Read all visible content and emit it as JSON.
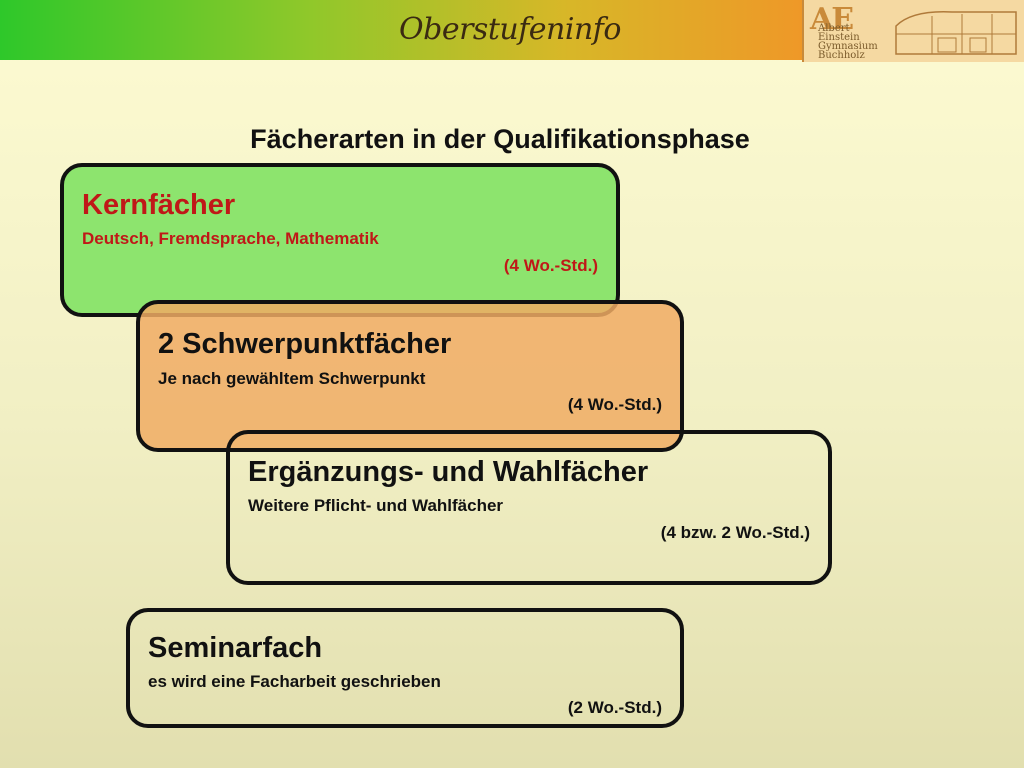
{
  "header": {
    "title": "Oberstufeninfo",
    "logo": {
      "letters": "AE",
      "lines": [
        "Albert",
        "Einstein",
        "Gymnasium",
        "Buchholz"
      ]
    }
  },
  "main": {
    "title": "Fächerarten in der Qualifikationsphase",
    "boxes": [
      {
        "heading": "Kernfächer",
        "subtitle": "Deutsch, Fremdsprache, Mathematik",
        "detail": "(4 Wo.-Std.)"
      },
      {
        "heading": "2 Schwerpunktfächer",
        "subtitle": "Je nach gewähltem Schwerpunkt",
        "detail": "(4 Wo.-Std.)"
      },
      {
        "heading": "Ergänzungs- und Wahlfächer",
        "subtitle": "Weitere Pflicht- und Wahlfächer",
        "detail": "(4 bzw. 2 Wo.-Std.)"
      },
      {
        "heading": "Seminarfach",
        "subtitle": "es wird eine Facharbeit geschrieben",
        "detail": "(2 Wo.-Std.)"
      }
    ]
  },
  "colors": {
    "kern_fill": "#8de46e",
    "kern_text": "#c01818",
    "schwer_fill": "#f0ac64",
    "header_start": "#2ec82a",
    "header_end": "#f39a2a"
  }
}
